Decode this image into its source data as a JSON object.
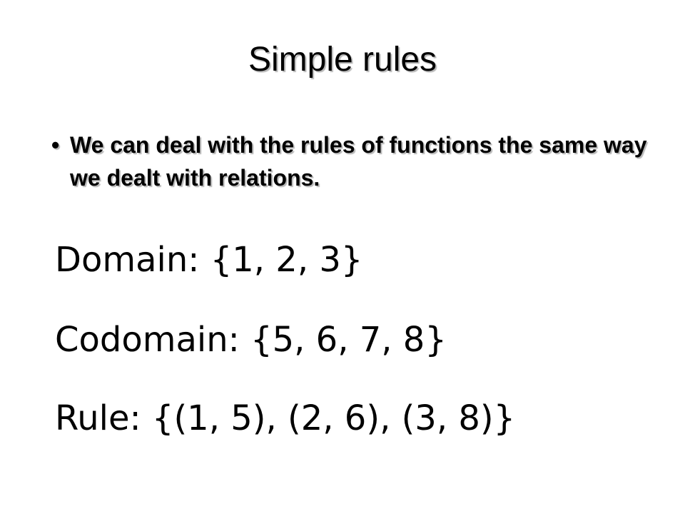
{
  "slide": {
    "title": "Simple rules",
    "bullets": [
      {
        "marker": "•",
        "text": "We can deal with the rules of functions the same way we dealt with relations."
      }
    ],
    "sets": {
      "domain": "Domain: {1, 2, 3}",
      "codomain": "Codomain: {5, 6, 7, 8}",
      "rule": "Rule: {(1, 5), (2, 6), (3, 8)}"
    }
  }
}
